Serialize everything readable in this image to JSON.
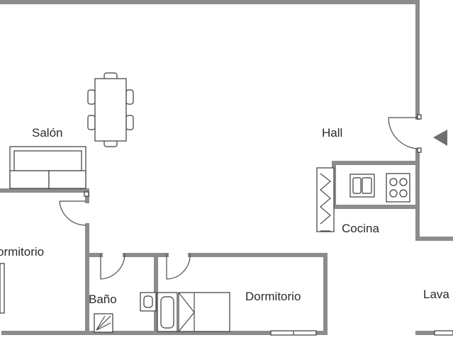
{
  "rooms": {
    "salon": "Salón",
    "hall": "Hall",
    "cocina": "Cocina",
    "dormitorio_left": "ormitorio",
    "bano": "Baño",
    "dormitorio_main": "Dormitorio",
    "lavadero": "Lava"
  },
  "colors": {
    "wall": "#8c8c8c",
    "line": "#3a3a3a",
    "background": "#ffffff",
    "entrance_arrow": "#6f6f6f"
  },
  "icons": [
    "entrance-arrow-icon",
    "door-swing-icon",
    "window-icon",
    "sofa-icon",
    "dining-table-icon",
    "stove-icon",
    "sink-icon",
    "bathtub-icon",
    "shower-icon",
    "bed-icon"
  ]
}
